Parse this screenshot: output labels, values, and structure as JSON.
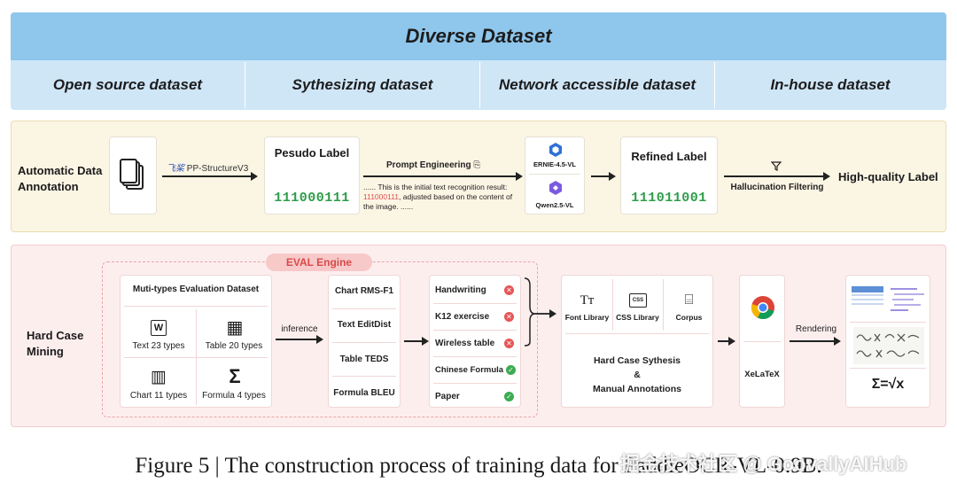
{
  "diverse": {
    "title": "Diverse Dataset",
    "categories": [
      "Open source dataset",
      "Sythesizing dataset",
      "Network accessible dataset",
      "In-house dataset"
    ]
  },
  "annotation": {
    "label": "Automatic Data Annotation",
    "tool_logo": "飞桨",
    "tool_name": "PP-StructureV3",
    "pseudo_title": "Pesudo Label",
    "pseudo_value": "111000111",
    "prompt_title": "Prompt Engineering",
    "prompt_text_pre": "...... This is the initial text recognition result: ",
    "prompt_text_num": "111000111",
    "prompt_text_post": ", adjusted based on the content of the image. ......",
    "model1": "ERNIE-4.5-VL",
    "model2": "Qwen2.5-VL",
    "refined_title": "Refined Label",
    "refined_value": "111011001",
    "filter_label": "Hallucination Filtering",
    "output_label": "High-quality Label"
  },
  "mining": {
    "label": "Hard Case Mining",
    "eval_engine": "EVAL Engine",
    "eval_dataset_title": "Muti-types Evaluation Dataset",
    "types": [
      {
        "glyph": "W",
        "label": "Text 23 types"
      },
      {
        "glyph": "▦",
        "label": "Table 20 types"
      },
      {
        "glyph": "▥",
        "label": "Chart 11 types"
      },
      {
        "glyph": "Σ",
        "label": "Formula 4 types"
      }
    ],
    "inference_label": "inference",
    "metrics": [
      "Chart  RMS-F1",
      "Text  EditDist",
      "Table TEDS",
      "Formula  BLEU"
    ],
    "cases": [
      {
        "label": "Handwriting",
        "status": "fail"
      },
      {
        "label": "K12 exercise",
        "status": "fail"
      },
      {
        "label": "Wireless table",
        "status": "fail"
      },
      {
        "label": "Chinese Formula",
        "status": "pass"
      },
      {
        "label": "Paper",
        "status": "pass"
      }
    ],
    "status_marks": {
      "fail": "✕",
      "pass": "✓"
    },
    "libraries": [
      {
        "glyph": "Tт",
        "label": "Font Library"
      },
      {
        "glyph": "CSS",
        "label": "CSS Library"
      },
      {
        "glyph": "⌸",
        "label": "Corpus"
      }
    ],
    "synthesis_line1": "Hard Case Sythesis",
    "synthesis_line2": "&",
    "synthesis_line3": "Manual Annotations",
    "renderer": "XeLaTeX",
    "rendering_label": "Rendering",
    "formula_sample": "Σ=√x"
  },
  "caption": "Figure 5 | The construction process of training data for PaddleOCR-VL-0.9B.",
  "watermark": "掘金技术社区 @ GoovallyAIHub"
}
